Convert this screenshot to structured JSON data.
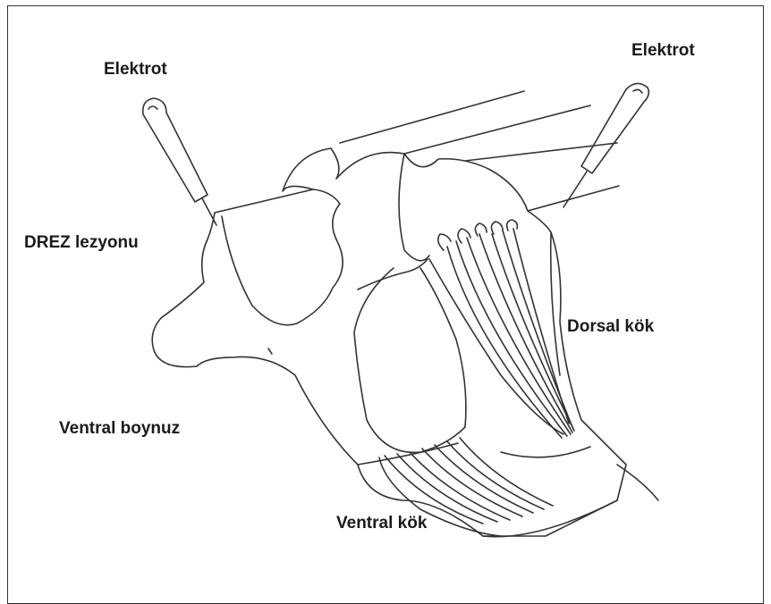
{
  "labels": {
    "electrode_left": "Elektrot",
    "electrode_right": "Elektrot",
    "drez_lesion": "DREZ lezyonu",
    "dorsal_root": "Dorsal kök",
    "ventral_horn": "Ventral boynuz",
    "ventral_root": "Ventral kök"
  },
  "colors": {
    "line": "#333333",
    "text": "#1a1a1a",
    "background": "#ffffff"
  }
}
